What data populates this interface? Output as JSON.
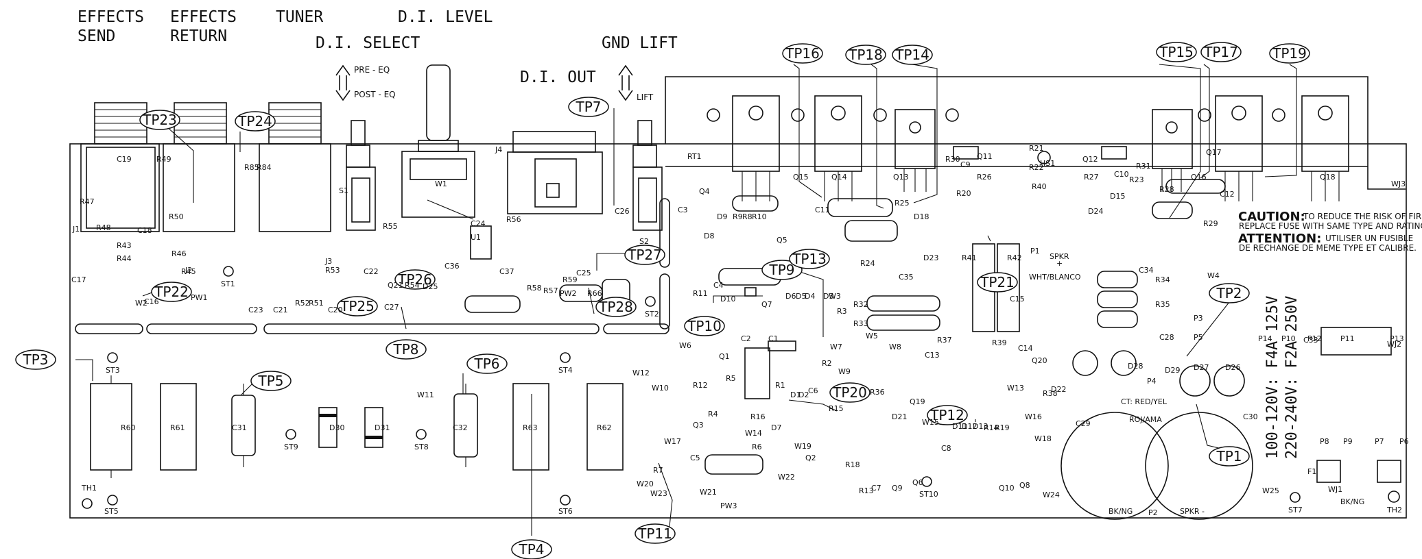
{
  "panel_labels": {
    "effects_send": [
      "EFFECTS",
      "SEND"
    ],
    "effects_return": [
      "EFFECTS",
      "RETURN"
    ],
    "tuner": "TUNER",
    "di_level": "D.I. LEVEL",
    "di_select": "D.I. SELECT",
    "gnd_lift": "GND LIFT",
    "di_out": "D.I. OUT",
    "pre_eq": "PRE - EQ",
    "post_eq": "POST - EQ",
    "lift": "LIFT"
  },
  "test_points": [
    "TP1",
    "TP2",
    "TP3",
    "TP4",
    "TP5",
    "TP6",
    "TP7",
    "TP8",
    "TP9",
    "TP10",
    "TP11",
    "TP12",
    "TP13",
    "TP14",
    "TP15",
    "TP16",
    "TP17",
    "TP18",
    "TP19",
    "TP20",
    "TP21",
    "TP22",
    "TP23",
    "TP24",
    "TP25",
    "TP26",
    "TP27",
    "TP28"
  ],
  "designators": [
    "J1",
    "J2",
    "J3",
    "J4",
    "W1",
    "W2",
    "W3",
    "W4",
    "W5",
    "W6",
    "W7",
    "W8",
    "W9",
    "W10",
    "W11",
    "W12",
    "W13",
    "W14",
    "W15",
    "W16",
    "W17",
    "W18",
    "W19",
    "W20",
    "W21",
    "W22",
    "W23",
    "W24",
    "W25",
    "S1",
    "S2",
    "R55",
    "R56",
    "R57",
    "R58",
    "R59",
    "R66",
    "C24",
    "C25",
    "C26",
    "U1",
    "C36",
    "C37",
    "R53",
    "R54",
    "C22",
    "Q21",
    "C23",
    "C21",
    "R52",
    "R51",
    "C20",
    "R85",
    "R84",
    "R47",
    "R48",
    "R43",
    "R44",
    "R46",
    "R45",
    "C17",
    "C16",
    "C18",
    "C19",
    "R49",
    "R50",
    "ST1",
    "ST2",
    "ST3",
    "ST4",
    "ST5",
    "ST6",
    "ST7",
    "ST8",
    "ST9",
    "ST10",
    "PW1",
    "PW2",
    "PW3",
    "C27",
    "D25",
    "R60",
    "R61",
    "C31",
    "D30",
    "D31",
    "C32",
    "R63",
    "R62",
    "TH1",
    "TH2",
    "RT1",
    "Q4",
    "C3",
    "D8",
    "R9",
    "R8",
    "R10",
    "D9",
    "Q5",
    "C4",
    "R11",
    "D10",
    "Q7",
    "D6",
    "D5",
    "D4",
    "D3",
    "R3",
    "R32",
    "R33",
    "C35",
    "D23",
    "R41",
    "R42",
    "C15",
    "P1",
    "SPKR",
    "+",
    "WHT/BLANCO",
    "Q15",
    "Q14",
    "Q13",
    "Q16",
    "Q17",
    "Q18",
    "HS1",
    "R30",
    "C9",
    "Q11",
    "R26",
    "R20",
    "R21",
    "R22",
    "R40",
    "Q12",
    "R27",
    "R31",
    "C10",
    "R23",
    "D15",
    "D24",
    "R28",
    "R29",
    "C12",
    "D18",
    "R24",
    "R25",
    "C11",
    "WJ3",
    "C34",
    "R34",
    "R35",
    "P3",
    "P5",
    "C33",
    "WJ2",
    "P14",
    "P10",
    "P12",
    "P11",
    "P13",
    "P8",
    "P9",
    "P7",
    "P6",
    "C2",
    "C1",
    "Q1",
    "R5",
    "R12",
    "R4",
    "Q3",
    "R16",
    "D7",
    "R6",
    "R1",
    "D1",
    "D2",
    "C6",
    "R2",
    "R15",
    "R36",
    "D21",
    "Q19",
    "C13",
    "R37",
    "R39",
    "C14",
    "Q20",
    "R38",
    "D22",
    "C28",
    "D28",
    "D29",
    "P4",
    "CT: RED/YEL",
    "ROJ/AMA",
    "C29",
    "C30",
    "D27",
    "D26",
    "R7",
    "C5",
    "Q2",
    "R18",
    "R13",
    "C7",
    "Q9",
    "Q6",
    "C8",
    "D11",
    "D12",
    "D13",
    "R14",
    "R19",
    "Q10",
    "Q8",
    "BK/NG",
    "P2",
    "SPKR -",
    "F1",
    "WJ1",
    "W1_dup"
  ],
  "warning": {
    "caution_title": "CAUTION:",
    "caution_text1": "TO REDUCE THE RISK OF FIRE,",
    "caution_text2": "REPLACE FUSE WITH SAME TYPE AND RATING.",
    "attention_title": "ATTENTION:",
    "attention_text1": "UTILISER UN FUSIBLE",
    "attention_text2": "DE RECHANGE DE MEME TYPE ET CALIBRE."
  },
  "fuse_rating": [
    "100-120V: F4A 125V",
    "220-240V: F2A 250V"
  ],
  "bk_ng": "BK/NG"
}
